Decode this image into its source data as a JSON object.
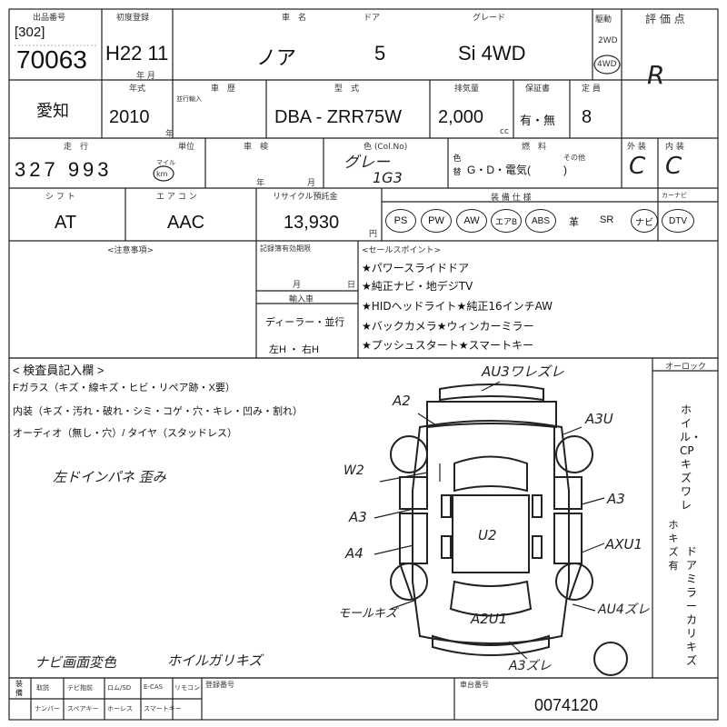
{
  "header": {
    "lot_label": "出品番号",
    "auction_code": "[302]",
    "lot_number": "70063"
  },
  "row1": {
    "first_reg_label": "初度登録",
    "first_reg": "H22 11",
    "month_unit": "年  月",
    "car_name_label": "車　名",
    "car_name": "ノア",
    "door_label": "ドア",
    "doors": "5",
    "grade_label": "グレード",
    "grade": "Si 4WD",
    "drive_label": "駆動",
    "drive_2wd": "2WD",
    "drive_4wd": "4WD",
    "score_label": "評 価 点",
    "score": "R"
  },
  "row2": {
    "prefecture": "愛知",
    "year_label": "年式",
    "year": "2010",
    "year_unit": "年",
    "inspection_label": "車　歴",
    "import_note": "並行輸入",
    "model_label": "型　式",
    "model_code": "DBA - ZRR75W",
    "cc_label": "排気量",
    "cc": "2,000",
    "cc_unit": "cc",
    "warranty_label": "保証書",
    "warranty_options": "有・無",
    "seats_label": "定 員",
    "seats": "8"
  },
  "row3": {
    "mileage_label": "走　行",
    "mileage_unit_label": "単位",
    "mileage": "327 993",
    "unit_mile": "マイル",
    "unit_km": "km",
    "shaken_label": "車　検",
    "year_unit": "年",
    "month_unit": "月",
    "color_label": "色 (Col.No)",
    "color": "グレー",
    "color_code": "1G3",
    "color_change_label": "色替",
    "fuel_label": "燃　料",
    "fuel_other": "その他",
    "fuel_options": "G・D・電気(　　　)",
    "exterior_label": "外 装",
    "interior_label": "内 装",
    "exterior": "C",
    "interior": "C"
  },
  "row4": {
    "shift_label": "シ フ ト",
    "shift": "AT",
    "aircon_label": "エ ア コ ン",
    "aircon": "AAC",
    "recycle_label": "リサイクル預託金",
    "recycle_fee": "13,930",
    "yen_unit": "円",
    "equipment_label": "装 備 仕 様",
    "navi_label": "カーナビ"
  },
  "equipment": [
    "PS",
    "PW",
    "AW",
    "エアB",
    "ABS",
    "革",
    "SR",
    "ナビ",
    "DTV"
  ],
  "row5": {
    "notes_label": "<注意事項>",
    "record_label": "記録簿有効期限",
    "month_unit": "月",
    "day_unit": "日",
    "import_label": "輸入車",
    "import_dealer": "ディーラー・並行",
    "steering": "左H ・ 右H"
  },
  "sales_points": {
    "label": "<セールスポイント>",
    "items": [
      "★パワースライドドア",
      "★純正ナビ・地デジTV",
      "★HIDヘッドライト★純正16インチAW",
      "★バックカメラ★ウィンカーミラー",
      "★プッシュスタート★スマートキー"
    ]
  },
  "inspector": {
    "title": "< 検査員記入欄 >",
    "glass_line": "Fガラス（キズ・線キズ・ヒビ・リペア跡・X要）",
    "interior_line": "内装（キズ・汚れ・破れ・シミ・コゲ・穴・キレ・凹み・割れ）",
    "audio_tire_line": "オーディオ（無し・穴）/ タイヤ（スタッドレス）",
    "autolock_label": "オーロック",
    "notes": [
      "左ドインパネ 歪み",
      "ナビ画面変色",
      "ホイルガリキズ"
    ],
    "wheel_note": "ホイル・CPキズワレ",
    "wheel_note_2": "ホキズ有",
    "mirror_note": "ドアミラーカリキズ"
  },
  "damage": [
    "AU3ワレズレ",
    "A2",
    "A3U",
    "W2",
    "A3",
    "A3",
    "U2",
    "A4",
    "AXU1",
    "モールキズ",
    "AU4ズレ",
    "A2U1",
    "A3ズレ"
  ],
  "bottom": {
    "equip_label": "装備",
    "row1": [
      "取説",
      "テビ抱前",
      "ロム/SD",
      "E-CAS",
      "リモコン"
    ],
    "row2": [
      "ナンバー",
      "スペアキー",
      "ホーレス",
      "スマートキー"
    ],
    "reg_label": "登録番号",
    "chassis_label": "車台番号",
    "chassis_number": "0074120"
  }
}
